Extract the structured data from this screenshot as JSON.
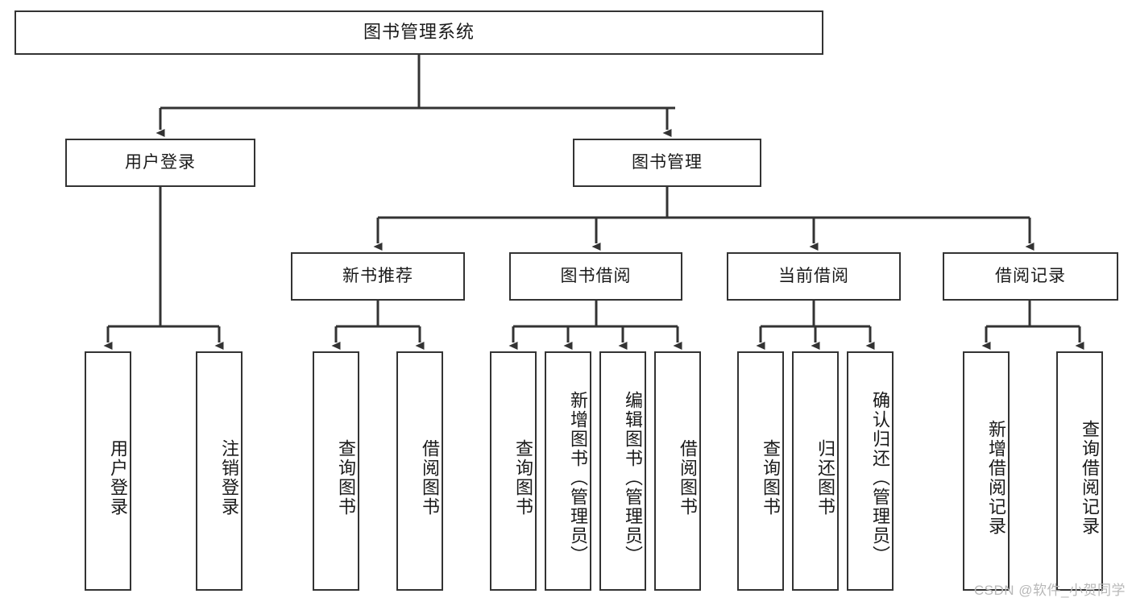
{
  "diagram": {
    "type": "tree",
    "title": "图书管理系统",
    "watermark": "CSDN @软件_小贺同学",
    "style": {
      "box_fill": "#ffffff",
      "box_border": "#333333",
      "connector": "#333333",
      "text": "#1a1a1a",
      "background": "#ffffff",
      "watermark_color": "#b8b8b8"
    },
    "levels": {
      "root": {
        "label": "图书管理系统"
      },
      "level2": [
        {
          "label": "用户登录"
        },
        {
          "label": "图书管理"
        }
      ],
      "level3": [
        {
          "label": "新书推荐"
        },
        {
          "label": "图书借阅"
        },
        {
          "label": "当前借阅"
        },
        {
          "label": "借阅记录"
        }
      ],
      "leaves": {
        "user_login": [
          {
            "label": "用户登录"
          },
          {
            "label": "注销登录"
          }
        ],
        "new_book": [
          {
            "label": "查询图书"
          },
          {
            "label": "借阅图书"
          }
        ],
        "borrow_book": [
          {
            "label": "查询图书"
          },
          {
            "label": "新增图书（管理员）"
          },
          {
            "label": "编辑图书（管理员）"
          },
          {
            "label": "借阅图书"
          }
        ],
        "current_borrow": [
          {
            "label": "查询图书"
          },
          {
            "label": "归还图书"
          },
          {
            "label": "确认归还（管理员）"
          }
        ],
        "borrow_record": [
          {
            "label": "新增借阅记录"
          },
          {
            "label": "查询借阅记录"
          }
        ]
      }
    }
  }
}
